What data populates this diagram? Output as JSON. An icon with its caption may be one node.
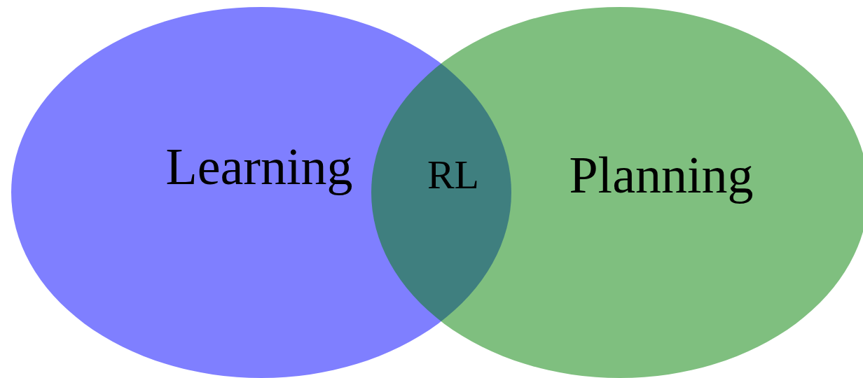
{
  "diagram": {
    "nodes": [
      {
        "text": [
          "Learning"
        ]
      },
      {
        "text": [
          "Planning"
        ]
      }
    ],
    "labels": [
      "RL"
    ]
  }
}
